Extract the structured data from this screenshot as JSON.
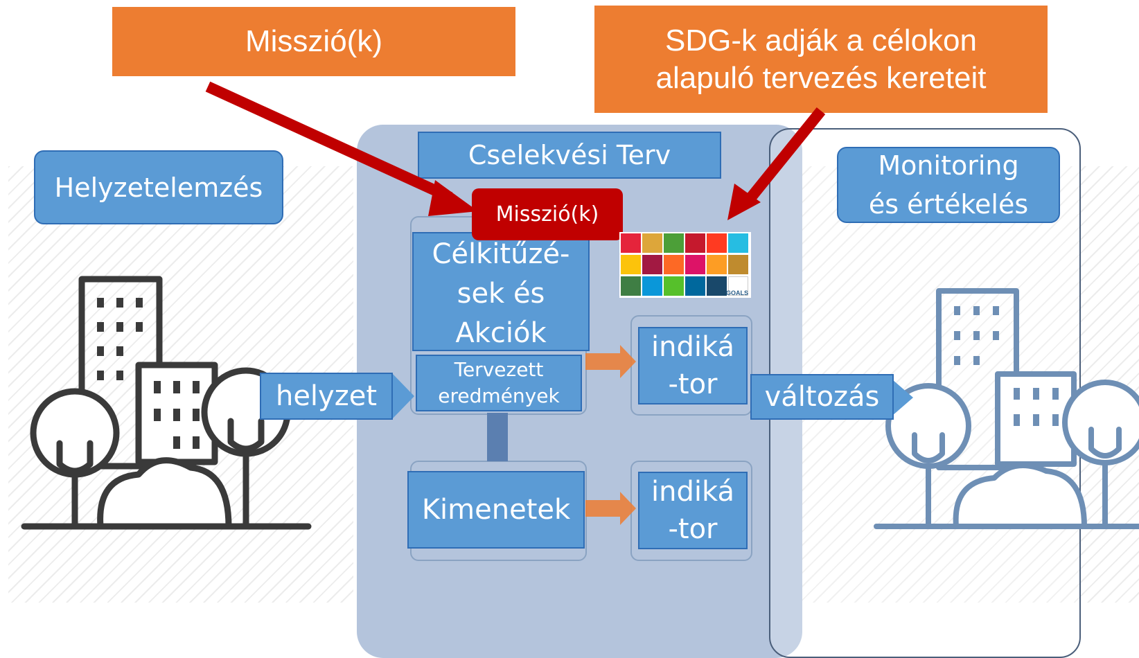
{
  "top_labels": {
    "mission": "Misszió(k)",
    "sdg_line1": "SDG-k adják a célokon",
    "sdg_line2": "alapuló tervezés kereteit"
  },
  "boxes": {
    "situation_analysis": "Helyzetelemzés",
    "action_plan": "Cselekvési Terv",
    "monitoring_line1": "Monitoring",
    "monitoring_line2": "és értékelés",
    "mission_tag": "Misszió(k)",
    "objectives_line1": "Célkitűzé-",
    "objectives_line2": "sek és",
    "objectives_line3": "Akciók",
    "planned_results_line1": "Tervezett",
    "planned_results_line2": "eredmények",
    "situation": "helyzet",
    "change": "változás",
    "outputs": "Kimenetek",
    "indicator1_line1": "indiká",
    "indicator1_line2": "-tor",
    "indicator2_line1": "indiká",
    "indicator2_line2": "-tor"
  },
  "sdg": {
    "goals_label": "GOALS",
    "colors": [
      "#E5243B",
      "#DDA63A",
      "#4C9F38",
      "#C5192D",
      "#FF3A21",
      "#26BDE2",
      "#FCC30B",
      "#A21942",
      "#FD6925",
      "#DD1367",
      "#FD9D24",
      "#BF8B2E",
      "#3F7E44",
      "#0A97D9",
      "#56C02B",
      "#00689D",
      "#19486A",
      "#ffffff"
    ]
  },
  "colors": {
    "orange": "#ED7D31",
    "blue": "#5B9BD5",
    "arrow_red": "#C00000",
    "panel": "#B4C4DC"
  }
}
